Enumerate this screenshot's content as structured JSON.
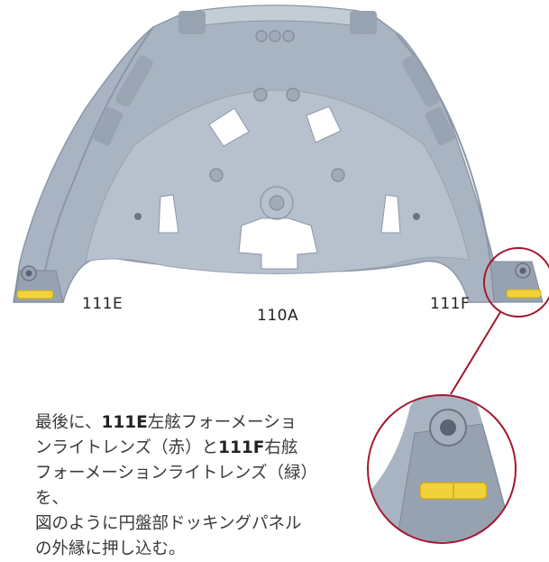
{
  "labels": {
    "left_lens": "111E",
    "panel": "110A",
    "right_lens": "111F"
  },
  "instructions": {
    "t1": "最後に、",
    "b1": "111E",
    "t2": "左舷フォーメーショ",
    "t3": "ンライトレンズ（赤）と",
    "b2": "111F",
    "t4": "右舷",
    "t5": "フォーメーションライトレンズ（緑）を、",
    "t6": "図のように円盤部ドッキングパネル",
    "t7": "の外縁に押し込む。"
  },
  "colors": {
    "panel": "#a9b4c2",
    "panel_dark": "#8c97a6",
    "lens": "#f2d23a",
    "callout": "#a3182f"
  }
}
